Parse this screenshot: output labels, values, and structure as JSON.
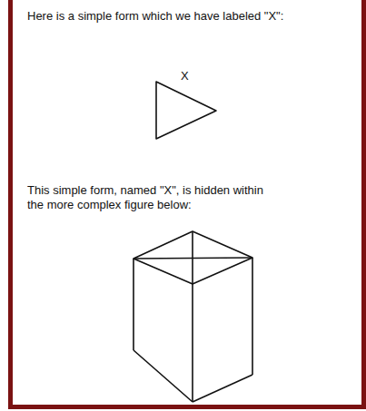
{
  "diagram": {
    "labels": [
      "Here is a simple form which we have labeled \"X\":",
      "X",
      "This simple form, named \"X\", is hidden within the more complex figure below:"
    ]
  }
}
